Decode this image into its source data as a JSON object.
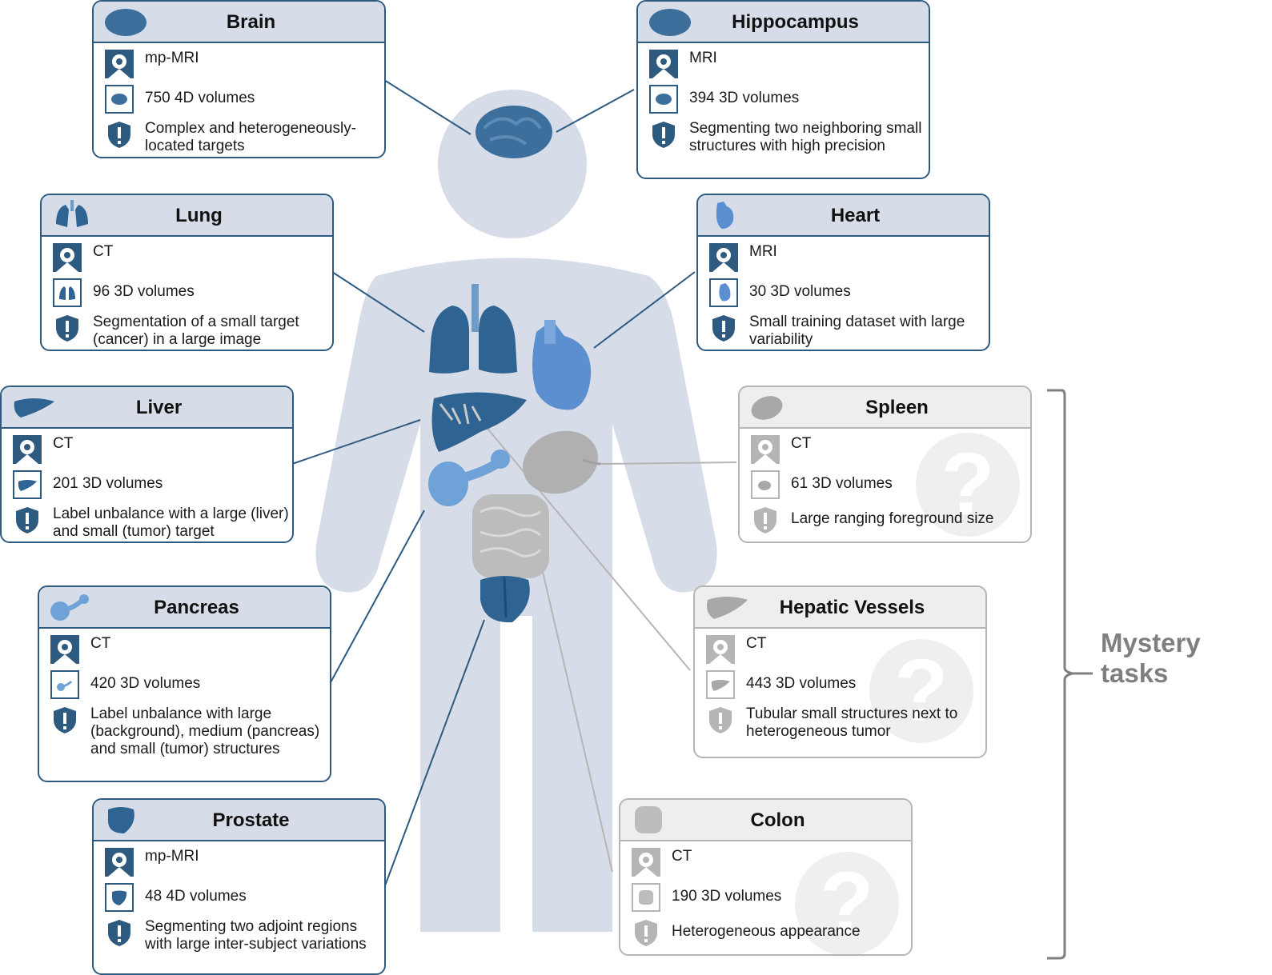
{
  "diagram": {
    "type": "anatomy-task-overview",
    "colors": {
      "primary": "#2e5a80",
      "header_bg": "#d7dde8",
      "body_silhouette": "#d6dce8",
      "mystery_gray": "#b5b5b5",
      "mystery_header_bg": "#eeeeee",
      "mystery_label": "#7f7f7f"
    },
    "mystery_label": "Mystery tasks",
    "mystery_label_line1": "Mystery",
    "mystery_label_line2": "tasks",
    "tasks": [
      {
        "id": "brain",
        "title": "Brain",
        "modality": "mp-MRI",
        "volumes": "750 4D volumes",
        "challenge": "Complex and heterogeneously-located targets",
        "mystery": false
      },
      {
        "id": "hippocampus",
        "title": "Hippocampus",
        "modality": "MRI",
        "volumes": "394 3D volumes",
        "challenge": "Segmenting two neighboring small structures with high precision",
        "mystery": false
      },
      {
        "id": "lung",
        "title": "Lung",
        "modality": "CT",
        "volumes": "96 3D volumes",
        "challenge": "Segmentation of a small target (cancer) in a large image",
        "mystery": false
      },
      {
        "id": "heart",
        "title": "Heart",
        "modality": "MRI",
        "volumes": "30 3D volumes",
        "challenge": "Small training dataset with large variability",
        "mystery": false
      },
      {
        "id": "liver",
        "title": "Liver",
        "modality": "CT",
        "volumes": "201 3D volumes",
        "challenge": "Label unbalance with a large (liver) and small (tumor) target",
        "mystery": false
      },
      {
        "id": "spleen",
        "title": "Spleen",
        "modality": "CT",
        "volumes": "61 3D volumes",
        "challenge": "Large ranging foreground size",
        "mystery": true
      },
      {
        "id": "pancreas",
        "title": "Pancreas",
        "modality": "CT",
        "volumes": "420 3D volumes",
        "challenge": "Label unbalance with large (background), medium (pancreas) and small (tumor) structures",
        "mystery": false
      },
      {
        "id": "hepatic",
        "title": "Hepatic Vessels",
        "modality": "CT",
        "volumes": "443 3D volumes",
        "challenge": "Tubular small structures next to heterogeneous tumor",
        "mystery": true
      },
      {
        "id": "prostate",
        "title": "Prostate",
        "modality": "mp-MRI",
        "volumes": "48 4D volumes",
        "challenge": "Segmenting two adjoint regions with large inter-subject variations",
        "mystery": false
      },
      {
        "id": "colon",
        "title": "Colon",
        "modality": "CT",
        "volumes": "190 3D volumes",
        "challenge": "Heterogeneous appearance",
        "mystery": true
      }
    ],
    "icons": {
      "modality": "scanner-icon",
      "volumes": "organ-thumbnail-icon",
      "challenge": "shield-exclamation-icon",
      "mystery": "question-mark-icon"
    },
    "question_mark": "?"
  }
}
